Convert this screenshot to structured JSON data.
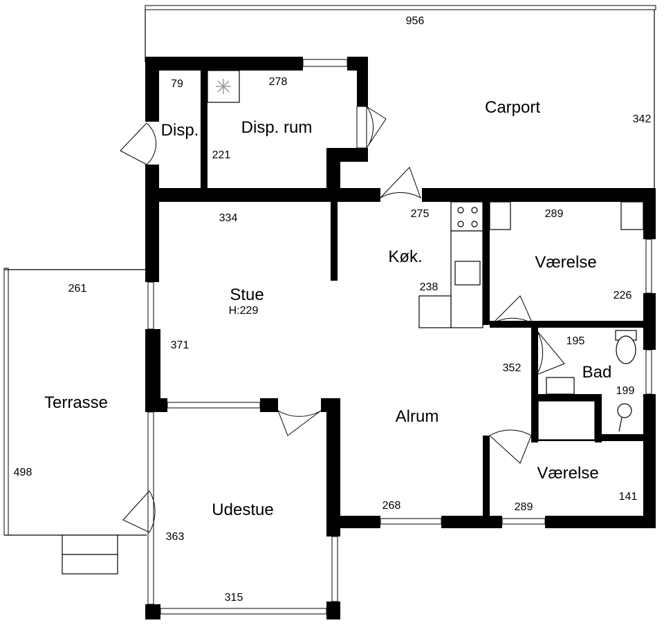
{
  "rooms": {
    "carport": "Carport",
    "disp": "Disp.",
    "disp_rum": "Disp. rum",
    "koek": "Køk.",
    "vaerelse_top": "Værelse",
    "stue": "Stue",
    "stue_height": "H:229",
    "bad": "Bad",
    "alrum": "Alrum",
    "terrasse": "Terrasse",
    "vaerelse_bottom": "Værelse",
    "udestue": "Udestue"
  },
  "dimensions": {
    "carport_width": "956",
    "carport_depth": "342",
    "disp_width": "79",
    "disp_rum_width": "278",
    "disp_rum_depth": "221",
    "stue_width": "334",
    "koek_width": "275",
    "vaerelse_top_width": "289",
    "koek_depth": "238",
    "vaerelse_top_depth": "226",
    "terrasse_width": "261",
    "stue_depth": "371",
    "bad_width": "195",
    "alrum_depth": "352",
    "bad_depth": "199",
    "terrasse_depth": "498",
    "vaerelse_bottom_depth": "141",
    "alrum_width": "268",
    "vaerelse_bottom_width": "289",
    "udestue_depth": "363",
    "udestue_width": "315"
  }
}
